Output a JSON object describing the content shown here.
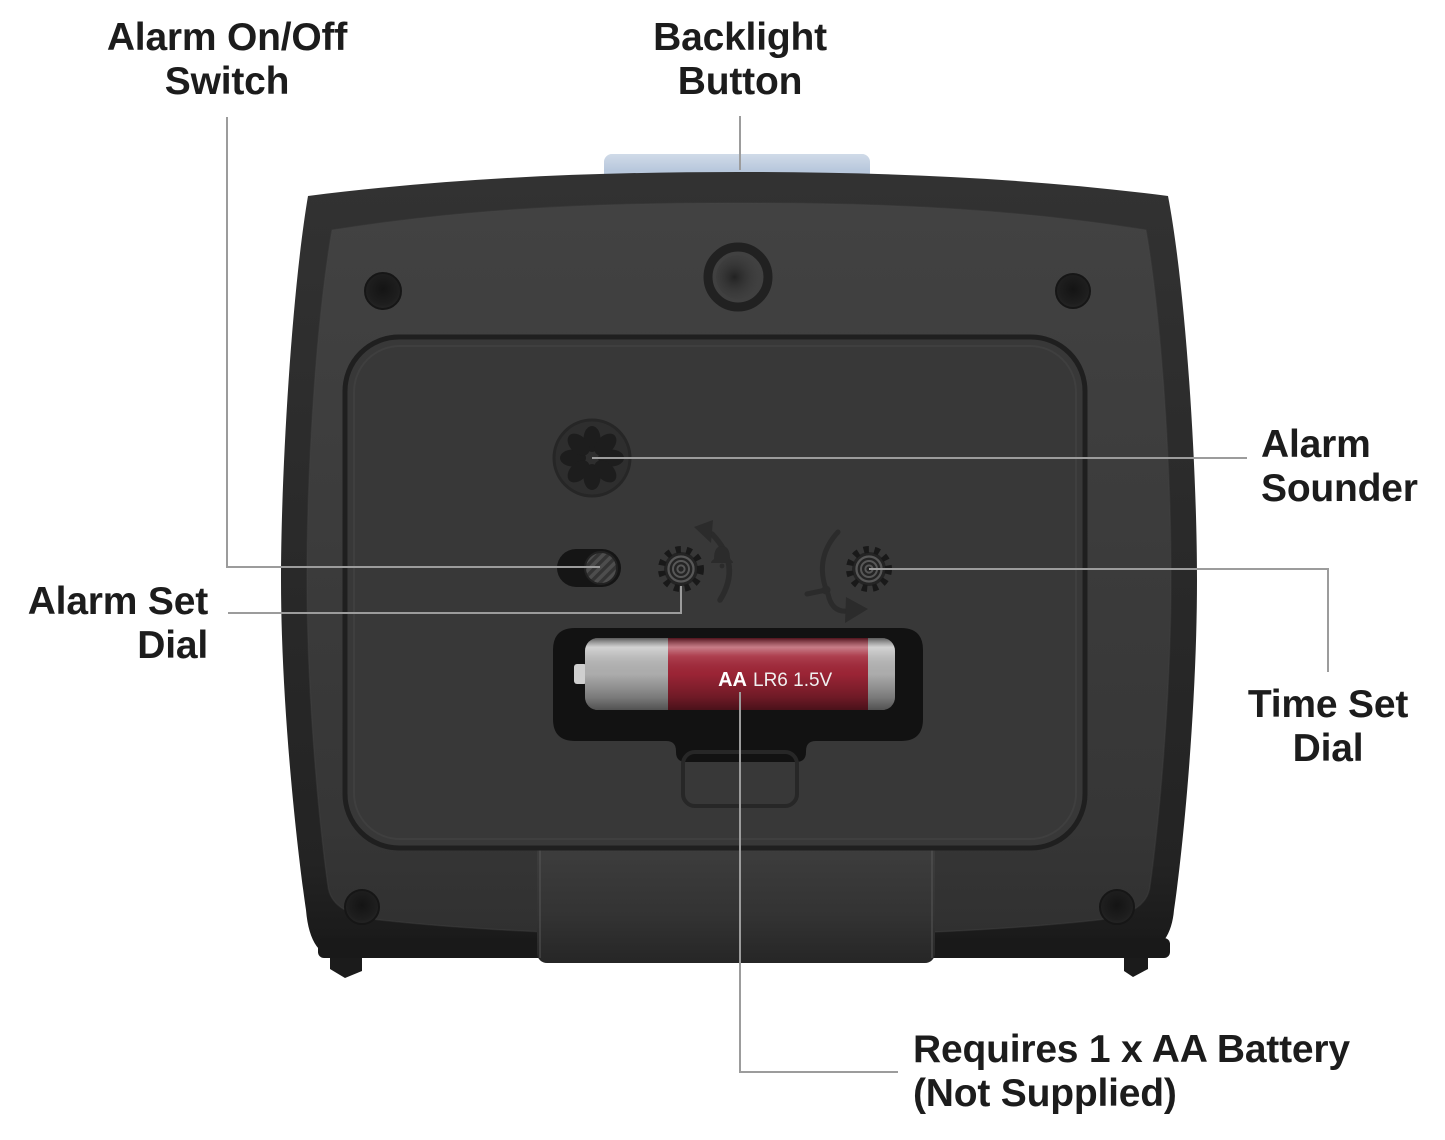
{
  "diagram": {
    "title_context": "alarm clock rear view diagram",
    "labels": {
      "alarm_switch": {
        "line1": "Alarm On/Off",
        "line2": "Switch"
      },
      "backlight": {
        "line1": "Backlight",
        "line2": "Button"
      },
      "alarm_sounder": {
        "line1": "Alarm",
        "line2": "Sounder"
      },
      "alarm_set_dial": {
        "line1": "Alarm Set",
        "line2": "Dial"
      },
      "time_set_dial": {
        "line1": "Time Set",
        "line2": "Dial"
      },
      "battery_note": {
        "line1": "Requires 1 x AA Battery",
        "line2": "(Not Supplied)"
      }
    },
    "battery": {
      "size_label": "AA",
      "spec_label": "LR6 1.5V"
    },
    "colors": {
      "background": "#ffffff",
      "backlight_button": "#b7c7dc",
      "battery_red": "#a32638",
      "battery_silver": "#b5b5b5",
      "clock_face": "#3b3b3b",
      "clock_edge": "#262626",
      "leader_line": "#9c9c9c",
      "label_text": "#1c1c1c"
    }
  }
}
